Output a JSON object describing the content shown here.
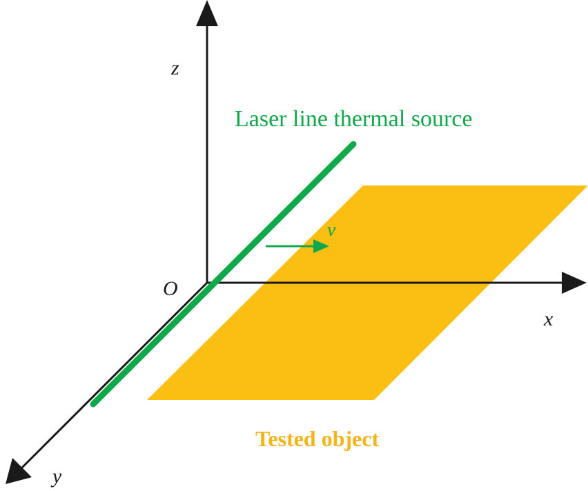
{
  "axes": {
    "x_label": "x",
    "y_label": "y",
    "z_label": "z",
    "origin_label": "O"
  },
  "source": {
    "label": "Laser line thermal source"
  },
  "velocity": {
    "label": "v"
  },
  "object": {
    "label": "Tested object"
  },
  "colors": {
    "axis": "#1a1a1a",
    "laser": "#0fa84a",
    "object": "#fbbf14",
    "object_label": "#f6b41a"
  }
}
